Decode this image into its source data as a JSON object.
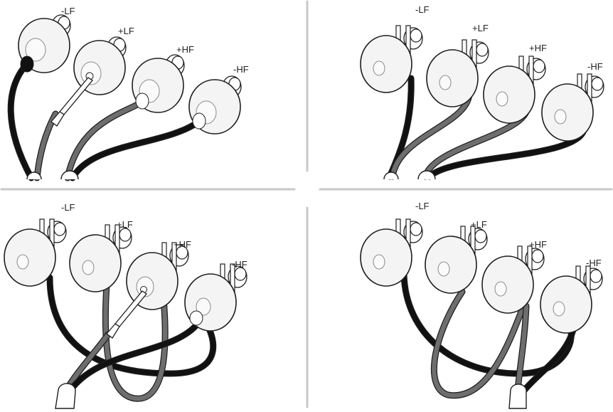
{
  "diagram": {
    "terminal_labels": [
      "-LF",
      "+LF",
      "+HF",
      "-HF"
    ],
    "colors": {
      "black_wire": "#111111",
      "gray_wire": "#6e6e6e",
      "divider": "#c8c8c8",
      "outline": "#1e1e1e"
    },
    "panels": [
      {
        "name": "panel-top-left"
      },
      {
        "name": "panel-top-right"
      },
      {
        "name": "panel-bottom-left"
      },
      {
        "name": "panel-bottom-right"
      }
    ]
  }
}
